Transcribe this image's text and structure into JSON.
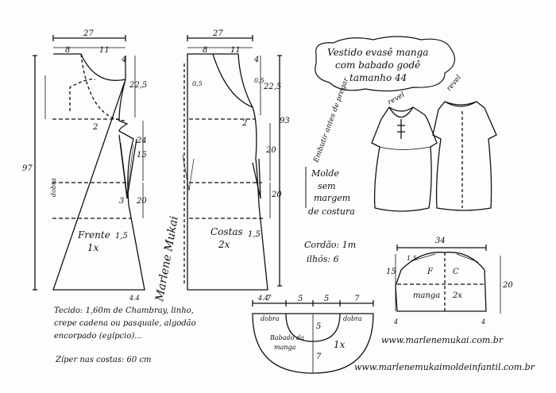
{
  "title": {
    "line1": "Vestido evasê manga",
    "line2": "com babado godê",
    "line3": "tamanho 44"
  },
  "front": {
    "label": "Frente",
    "qty": "1x",
    "width": "27",
    "top_left": "8",
    "top_right": "11",
    "total_length": "97",
    "dobra": "dobra",
    "m4": "4",
    "m225": "22,5",
    "m2": "2",
    "m24": "24",
    "m15": "15",
    "m3": "3",
    "m20": "20",
    "m15b": "1,5",
    "m44": "4.4"
  },
  "back": {
    "label": "Costas",
    "qty": "2x",
    "width": "27",
    "top_left": "8",
    "top_right": "11",
    "m4": "4",
    "m05a": "0,5",
    "m05b": "0,5",
    "m225": "22,5",
    "m93": "93",
    "m2": "2",
    "m20a": "20",
    "m20b": "20",
    "m15": "1,5",
    "m44": "4.4"
  },
  "notes": {
    "embutir": "Embutir antes de pregar",
    "revel1": "revel",
    "revel2": "revel",
    "molde1": "Molde",
    "molde2": "sem",
    "molde3": "margem",
    "molde4": "de costura",
    "cordao": "Cordão: 1m",
    "ilhos": "ilhós: 6"
  },
  "sleeve": {
    "width": "34",
    "f": "F",
    "c": "C",
    "label": "manga",
    "qty": "2x",
    "m15": "15",
    "m15b": "1,5",
    "m20": "20",
    "m4l": "4",
    "m4r": "4"
  },
  "ruffle": {
    "label1": "Babado da",
    "label2": "manga",
    "qty": "1x",
    "m7l": "7",
    "m5l": "5",
    "m5r": "5",
    "m7r": "7",
    "dobra1": "dobra",
    "dobra2": "dobra",
    "m5v": "5",
    "m7v": "7"
  },
  "fabric": {
    "line1": "Tecido: 1,60m de Chambray, linho,",
    "line2": "crepe cadena ou pasquale, algodão",
    "line3": "encorpado (egípcio)...",
    "line4": "Zíper nas costas: 60 cm"
  },
  "signature": "Marlene Mukai",
  "urls": {
    "site1": "www.marlenemukai.com.br",
    "site2": "www.marlenemukaimoldeinfantil.com.br"
  }
}
